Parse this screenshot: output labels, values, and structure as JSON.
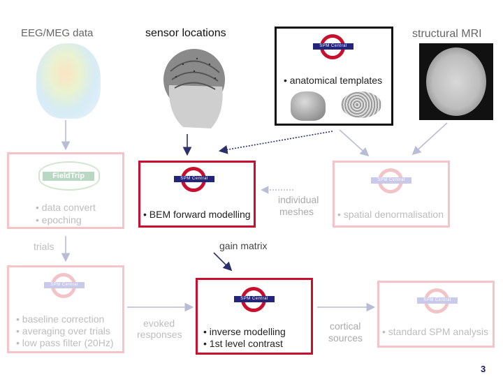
{
  "labels": {
    "eeg_meg": "EEG/MEG data",
    "sensor_locations": "sensor locations",
    "structural_mri": "structural MRI",
    "anatomical_templates": "• anatomical templates",
    "data_convert": "• data convert",
    "epoching": "• epoching",
    "bem_forward": "• BEM forward modelling",
    "individual": "individual",
    "meshes": "meshes",
    "spatial_denorm": "• spatial denormalisation",
    "gain_matrix": "gain matrix",
    "trials": "trials",
    "baseline": "• baseline correction",
    "averaging": "• averaging over trials",
    "low_pass": "• low pass filter (20Hz)",
    "evoked": "evoked",
    "responses": "responses",
    "inverse": "• inverse modelling",
    "first_level": "• 1st level contrast",
    "cortical": "cortical",
    "sources": "sources",
    "standard_spm": "• standard SPM analysis",
    "page_number": "3"
  },
  "logo_text": "SPM Central",
  "fieldtrip_text": "FieldTrip",
  "colors": {
    "active_red": "#c8102e",
    "faded_pink": "#f4c4c8",
    "arrow_navy": "#2a2f6e",
    "arrow_light": "#b8bcd4"
  }
}
